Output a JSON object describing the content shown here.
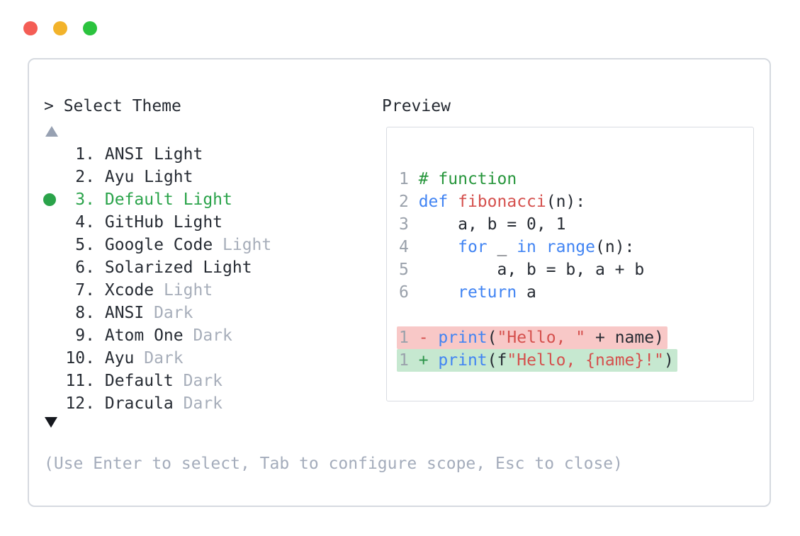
{
  "window": {
    "controls": [
      {
        "name": "close",
        "color": "#f45d55"
      },
      {
        "name": "minimize",
        "color": "#f2b32b"
      },
      {
        "name": "zoom",
        "color": "#2bc33e"
      }
    ]
  },
  "theme_picker": {
    "prompt": "> Select Theme",
    "scroll_up_indicator": "▲",
    "scroll_down_indicator": "▼",
    "items": [
      {
        "number": "1.",
        "name": "ANSI Light",
        "variant": "",
        "selected": false
      },
      {
        "number": "2.",
        "name": "Ayu Light",
        "variant": "",
        "selected": false
      },
      {
        "number": "3.",
        "name": "Default Light",
        "variant": "",
        "selected": true
      },
      {
        "number": "4.",
        "name": "GitHub Light",
        "variant": "",
        "selected": false
      },
      {
        "number": "5.",
        "name": "Google Code",
        "variant": "Light",
        "selected": false
      },
      {
        "number": "6.",
        "name": "Solarized Light",
        "variant": "",
        "selected": false
      },
      {
        "number": "7.",
        "name": "Xcode",
        "variant": "Light",
        "selected": false
      },
      {
        "number": "8.",
        "name": "ANSI",
        "variant": "Dark",
        "selected": false
      },
      {
        "number": "9.",
        "name": "Atom One",
        "variant": "Dark",
        "selected": false
      },
      {
        "number": "10.",
        "name": "Ayu",
        "variant": "Dark",
        "selected": false
      },
      {
        "number": "11.",
        "name": "Default",
        "variant": "Dark",
        "selected": false
      },
      {
        "number": "12.",
        "name": "Dracula",
        "variant": "Dark",
        "selected": false
      }
    ],
    "hint": "(Use Enter to select, Tab to configure scope, Esc to close)"
  },
  "preview": {
    "label": "Preview",
    "code_lines": [
      {
        "num": "1",
        "diff": "",
        "tokens": [
          [
            "# function",
            "comment"
          ]
        ]
      },
      {
        "num": "2",
        "diff": "",
        "tokens": [
          [
            "def",
            "keyword"
          ],
          [
            " ",
            "plain"
          ],
          [
            "fibonacci",
            "function"
          ],
          [
            "(n):",
            "plain"
          ]
        ]
      },
      {
        "num": "3",
        "diff": "",
        "tokens": [
          [
            "    a, b = 0, 1",
            "plain"
          ]
        ]
      },
      {
        "num": "4",
        "diff": "",
        "tokens": [
          [
            "    ",
            "plain"
          ],
          [
            "for",
            "keyword"
          ],
          [
            " _ ",
            "plain"
          ],
          [
            "in",
            "keyword"
          ],
          [
            " ",
            "plain"
          ],
          [
            "range",
            "keyword"
          ],
          [
            "(n):",
            "plain"
          ]
        ]
      },
      {
        "num": "5",
        "diff": "",
        "tokens": [
          [
            "        a, b = b, a + b",
            "plain"
          ]
        ]
      },
      {
        "num": "6",
        "diff": "",
        "tokens": [
          [
            "    ",
            "plain"
          ],
          [
            "return",
            "keyword"
          ],
          [
            " a",
            "plain"
          ]
        ]
      },
      {
        "num": "",
        "diff": "",
        "tokens": []
      },
      {
        "num": "1",
        "diff": "del",
        "tokens": [
          [
            "-",
            "del-sign"
          ],
          [
            " ",
            "plain"
          ],
          [
            "print",
            "keyword"
          ],
          [
            "(",
            "plain"
          ],
          [
            "\"Hello, \"",
            "string"
          ],
          [
            " + name)",
            "plain"
          ]
        ]
      },
      {
        "num": "1",
        "diff": "add",
        "tokens": [
          [
            "+",
            "add-sign"
          ],
          [
            " ",
            "plain"
          ],
          [
            "print",
            "keyword"
          ],
          [
            "(f",
            "plain"
          ],
          [
            "\"Hello, {name}!\"",
            "string"
          ],
          [
            ")",
            "plain"
          ]
        ]
      }
    ]
  },
  "colors": {
    "selection_green": "#2aa34a",
    "keyword_blue": "#4184f3",
    "string_red": "#d5504d",
    "comment_green": "#27963c",
    "muted_gray": "#a7aeba",
    "line_number_gray": "#9aa1ab",
    "diff_del_bg": "#f8c8c7",
    "diff_add_bg": "#c6e8d0",
    "panel_border": "#d6dae0",
    "text_dark": "#262b33"
  }
}
